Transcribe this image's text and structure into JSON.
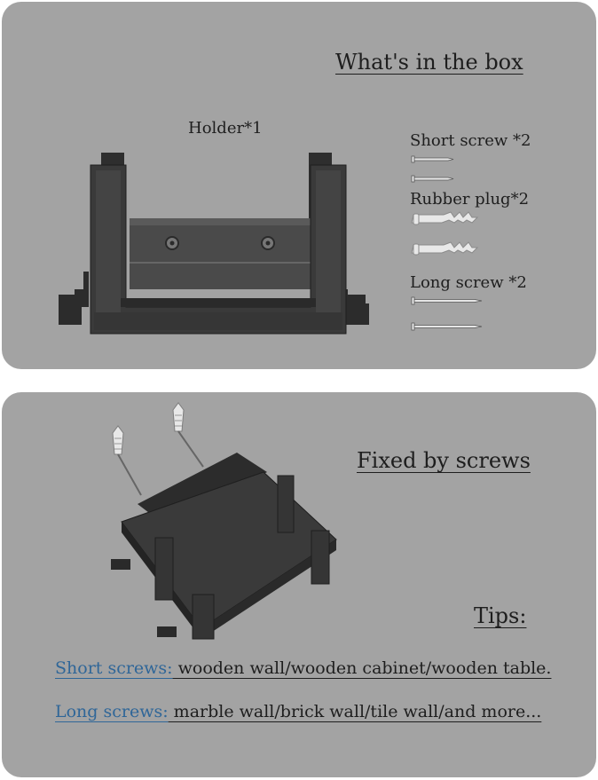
{
  "box_panel": {
    "title": "What's in the box",
    "holder_label": "Holder*1",
    "short_screw_label": "Short screw *2",
    "rubber_plug_label": "Rubber plug*2",
    "long_screw_label": "Long screw *2"
  },
  "mount_panel": {
    "title": "Fixed by screws",
    "tips_title": "Tips:",
    "tips": [
      {
        "key": "Short screws:",
        "text": " wooden wall/wooden cabinet/wooden table."
      },
      {
        "key": "Long screws:",
        "text": " marble wall/brick wall/tile wall/and more..."
      }
    ]
  },
  "colors": {
    "panel": "#a3a3a3",
    "holder": "#3b3b3b",
    "link": "#2f6698"
  }
}
